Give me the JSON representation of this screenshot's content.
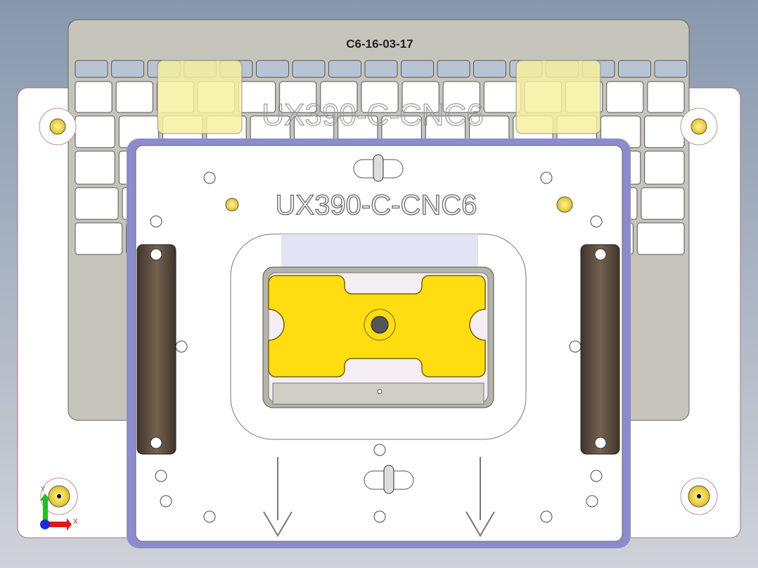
{
  "viewport": {
    "background_top": "#8798ae",
    "background_bottom": "#cfd2d8"
  },
  "fixture": {
    "date_code": "C6-16-03-17",
    "part_label_top": "UX390-C-CNC6",
    "part_label_plate": "UX390-C-CNC6"
  },
  "triad": {
    "x_label": "X",
    "y_label": "Y"
  },
  "colors": {
    "gray_plate": "#c5c5bc",
    "white_plate": "#ffffff",
    "plate_border": "#8c8ccc",
    "workpiece": "#ffdd11",
    "clamp": "#6b5a4c",
    "key": "#b8c4d4",
    "pin": "#f2d640"
  }
}
